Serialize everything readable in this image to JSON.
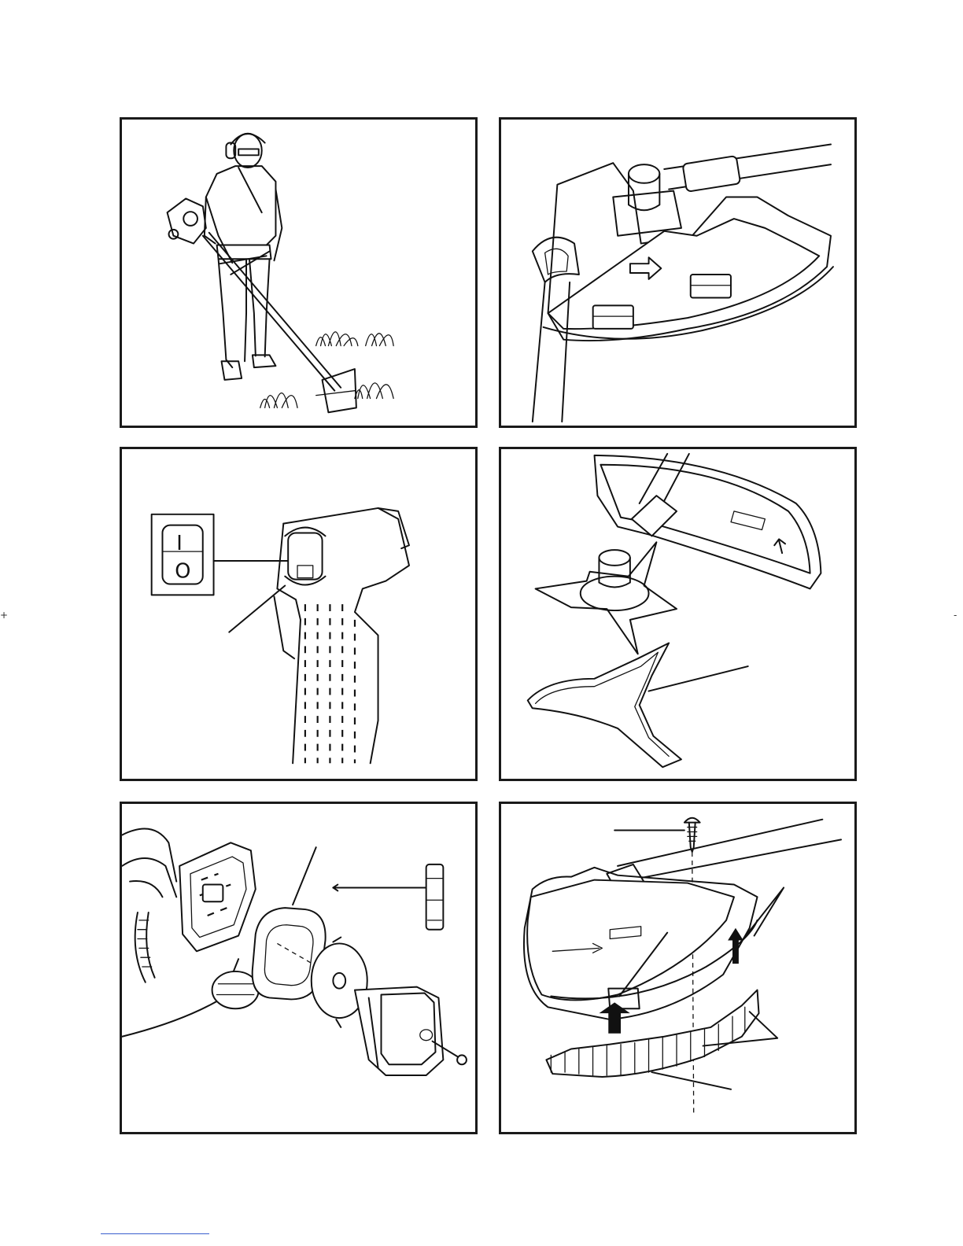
{
  "page": {
    "crop_mark_left": "+",
    "crop_mark_right": "-"
  },
  "figures": [
    {
      "id": "fig-1",
      "depicts": "operator-with-brushcutter"
    },
    {
      "id": "fig-2",
      "depicts": "blade-guard-mounting"
    },
    {
      "id": "fig-3",
      "depicts": "stop-switch",
      "switch_symbols": {
        "on": "I",
        "off": "O"
      }
    },
    {
      "id": "fig-4",
      "depicts": "blade-and-transport-guard"
    },
    {
      "id": "fig-5",
      "depicts": "air-filter-service"
    },
    {
      "id": "fig-6",
      "depicts": "trimmer-guard-attachment"
    }
  ],
  "colors": {
    "ink": "#111111",
    "paper": "#ffffff",
    "footer_rule": "#3a5fcd"
  }
}
